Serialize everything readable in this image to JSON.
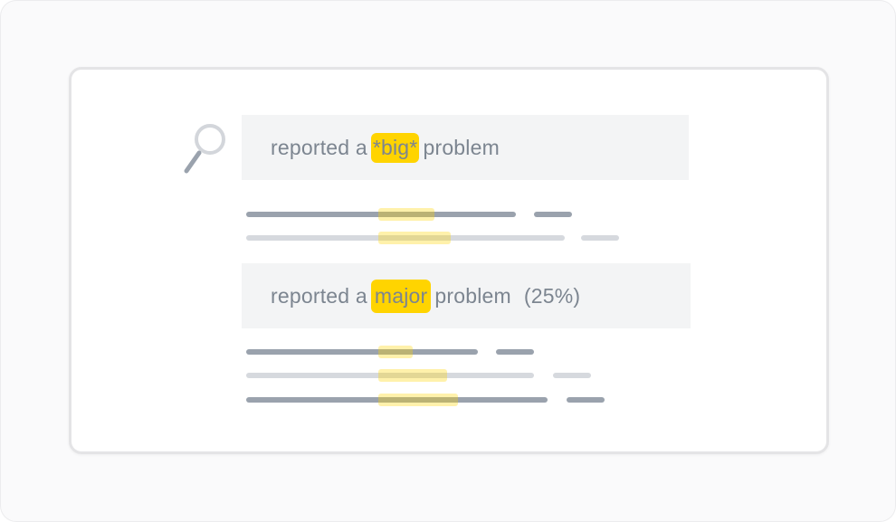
{
  "colors": {
    "highlight": "#ffd400",
    "query_text": "#7c8590",
    "query_bg": "#f3f4f5",
    "line_dark": "#9aa2ad",
    "line_light": "#d6d9de",
    "card_border": "#e4e4e6"
  },
  "icons": {
    "search": "search-icon"
  },
  "queries": [
    {
      "prefix": "reported a",
      "highlight": "*big*",
      "suffix": "problem",
      "extra": ""
    },
    {
      "prefix": "reported a",
      "highlight": "major",
      "suffix": "problem",
      "extra": "(25%)"
    }
  ]
}
